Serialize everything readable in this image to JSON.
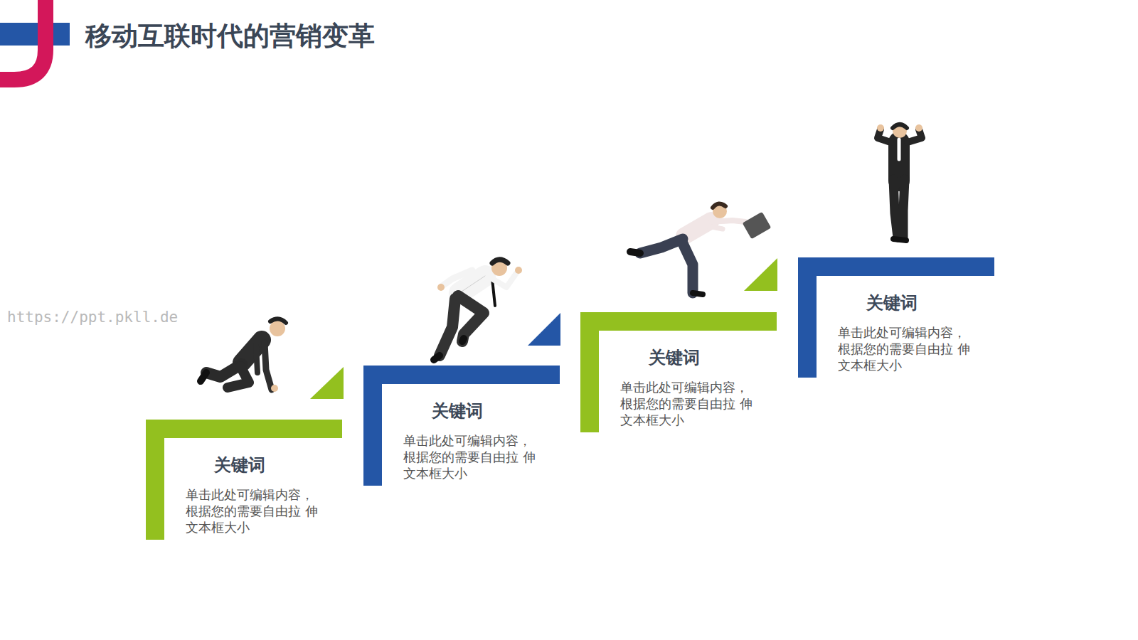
{
  "diagram": {
    "title": "移动互联时代的营销变革",
    "nodes": [
      {
        "text": [
          "关键词",
          "单击此处可编辑内容， 根据您的需要自由拉 伸文本框大小"
        ]
      },
      {
        "text": [
          "关键词",
          "单击此处可编辑内容， 根据您的需要自由拉 伸文本框大小"
        ]
      },
      {
        "text": [
          "关键词",
          "单击此处可编辑内容， 根据您的需要自由拉 伸文本框大小"
        ]
      },
      {
        "text": [
          "关键词",
          "单击此处可编辑内容， 根据您的需要自由拉 伸文本框大小"
        ]
      }
    ],
    "labels": [
      "https://ppt.pkll.de"
    ]
  }
}
